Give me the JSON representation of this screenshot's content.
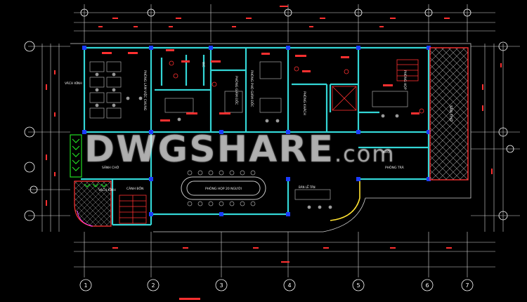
{
  "drawing": {
    "background": "#000000",
    "colors": {
      "wall": "#33d6d6",
      "column": "#1b3dff",
      "dim": "#e0e0e0",
      "grid": "#ffffff",
      "red": "#ff3030",
      "green": "#22dd22",
      "yellow": "#ffe233",
      "magenta": "#ff44ff",
      "furniture": "#b0b0b0"
    },
    "rooms": [
      {
        "id": "vach-kinh-top",
        "label": "VÁCH KÍNH"
      },
      {
        "id": "lam-viec",
        "label": "PHÒNG LÀM VIỆC CHUNG"
      },
      {
        "id": "wc",
        "label": "WC"
      },
      {
        "id": "giam-doc",
        "label": "PHÒNG GIÁM ĐỐC"
      },
      {
        "id": "pho-giam-doc",
        "label": "PHÒNG PHÓ GIÁM ĐỐC"
      },
      {
        "id": "khach",
        "label": "PHÒNG KHÁCH"
      },
      {
        "id": "hop",
        "label": "PHÒNG HỌP"
      },
      {
        "id": "san-tho",
        "label": "SÂN THỞ"
      },
      {
        "id": "sanh",
        "label": "SẢNH CHỜ"
      },
      {
        "id": "hop20",
        "label": "PHÒNG HỌP 20 NGƯỜI"
      },
      {
        "id": "vach-kinh-bot",
        "label": "VÁCH KÍNH"
      },
      {
        "id": "canh-bon",
        "label": "CẢNH BỒN"
      },
      {
        "id": "kho",
        "label": "KHO"
      },
      {
        "id": "phong-tra",
        "label": "PHÒNG TRÀ"
      },
      {
        "id": "ban-le-tan",
        "label": "BÀN LỄ TÂN"
      }
    ],
    "grid_bubbles_bottom": [
      "1",
      "2",
      "3",
      "4",
      "5",
      "6",
      "7"
    ],
    "watermark": {
      "main": "DWGSHARE",
      "suffix": ".com"
    }
  }
}
